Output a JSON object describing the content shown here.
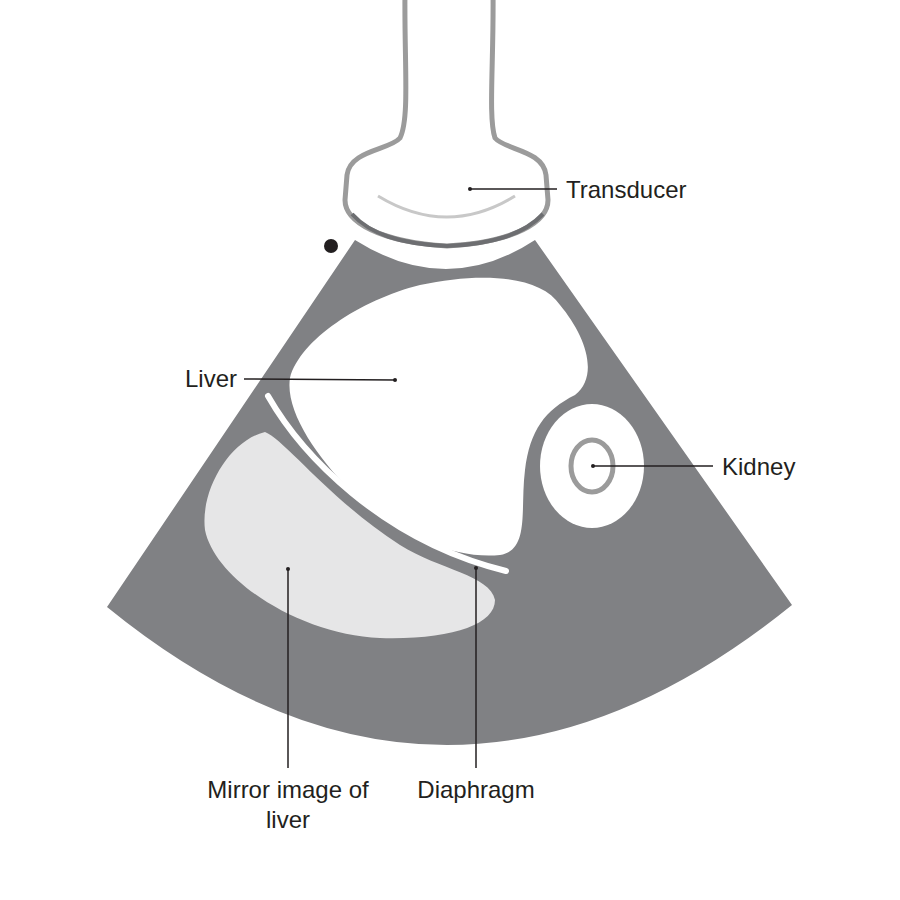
{
  "diagram": {
    "labels": [
      "Transducer",
      "Liver",
      "Kidney",
      "Mirror image of liver",
      "Diaphragm"
    ]
  }
}
